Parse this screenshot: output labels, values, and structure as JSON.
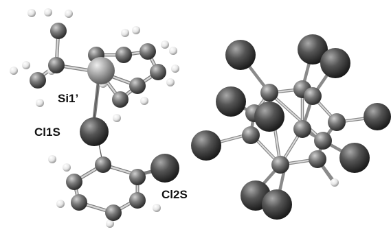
{
  "labels": {
    "si": "Si1’",
    "cl1": "Cl1S",
    "cl2": "Cl2S"
  },
  "colors": {
    "background": "#ffffff",
    "bond": "#c8c8c8",
    "bond_edge": "#7a7a7a",
    "carbon": "#6a6a6a",
    "hydrogen": "#f2f2f2",
    "silicon": "#a9a9a9",
    "chlorine_left": "#4b4b4b",
    "chlorine_right": "#5a5a5a"
  }
}
